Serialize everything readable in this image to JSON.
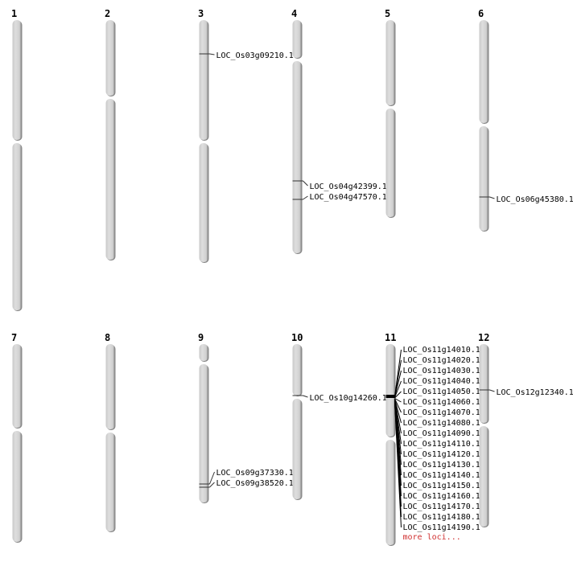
{
  "chromosomes": [
    {
      "label": "1",
      "loci": []
    },
    {
      "label": "2",
      "loci": []
    },
    {
      "label": "3",
      "loci": [
        "LOC_Os03g09210.1"
      ]
    },
    {
      "label": "4",
      "loci": [
        "LOC_Os04g42399.1",
        "LOC_Os04g47570.1"
      ]
    },
    {
      "label": "5",
      "loci": []
    },
    {
      "label": "6",
      "loci": [
        "LOC_Os06g45380.1"
      ]
    },
    {
      "label": "7",
      "loci": []
    },
    {
      "label": "8",
      "loci": []
    },
    {
      "label": "9",
      "loci": [
        "LOC_Os09g37330.1",
        "LOC_Os09g38520.1"
      ]
    },
    {
      "label": "10",
      "loci": [
        "LOC_Os10g14260.1"
      ]
    },
    {
      "label": "11",
      "loci": [
        "LOC_Os11g14010.1",
        "LOC_Os11g14020.1",
        "LOC_Os11g14030.1",
        "LOC_Os11g14040.1",
        "LOC_Os11g14050.1",
        "LOC_Os11g14060.1",
        "LOC_Os11g14070.1",
        "LOC_Os11g14080.1",
        "LOC_Os11g14090.1",
        "LOC_Os11g14110.1",
        "LOC_Os11g14120.1",
        "LOC_Os11g14130.1",
        "LOC_Os11g14140.1",
        "LOC_Os11g14150.1",
        "LOC_Os11g14160.1",
        "LOC_Os11g14170.1",
        "LOC_Os11g14180.1",
        "LOC_Os11g14190.1"
      ],
      "more": "more loci..."
    },
    {
      "label": "12",
      "loci": [
        "LOC_Os12g12340.1"
      ]
    }
  ],
  "colors": {
    "chromosome": "#d4d4d4",
    "shadow": "#777777",
    "more_link": "#d03030"
  }
}
